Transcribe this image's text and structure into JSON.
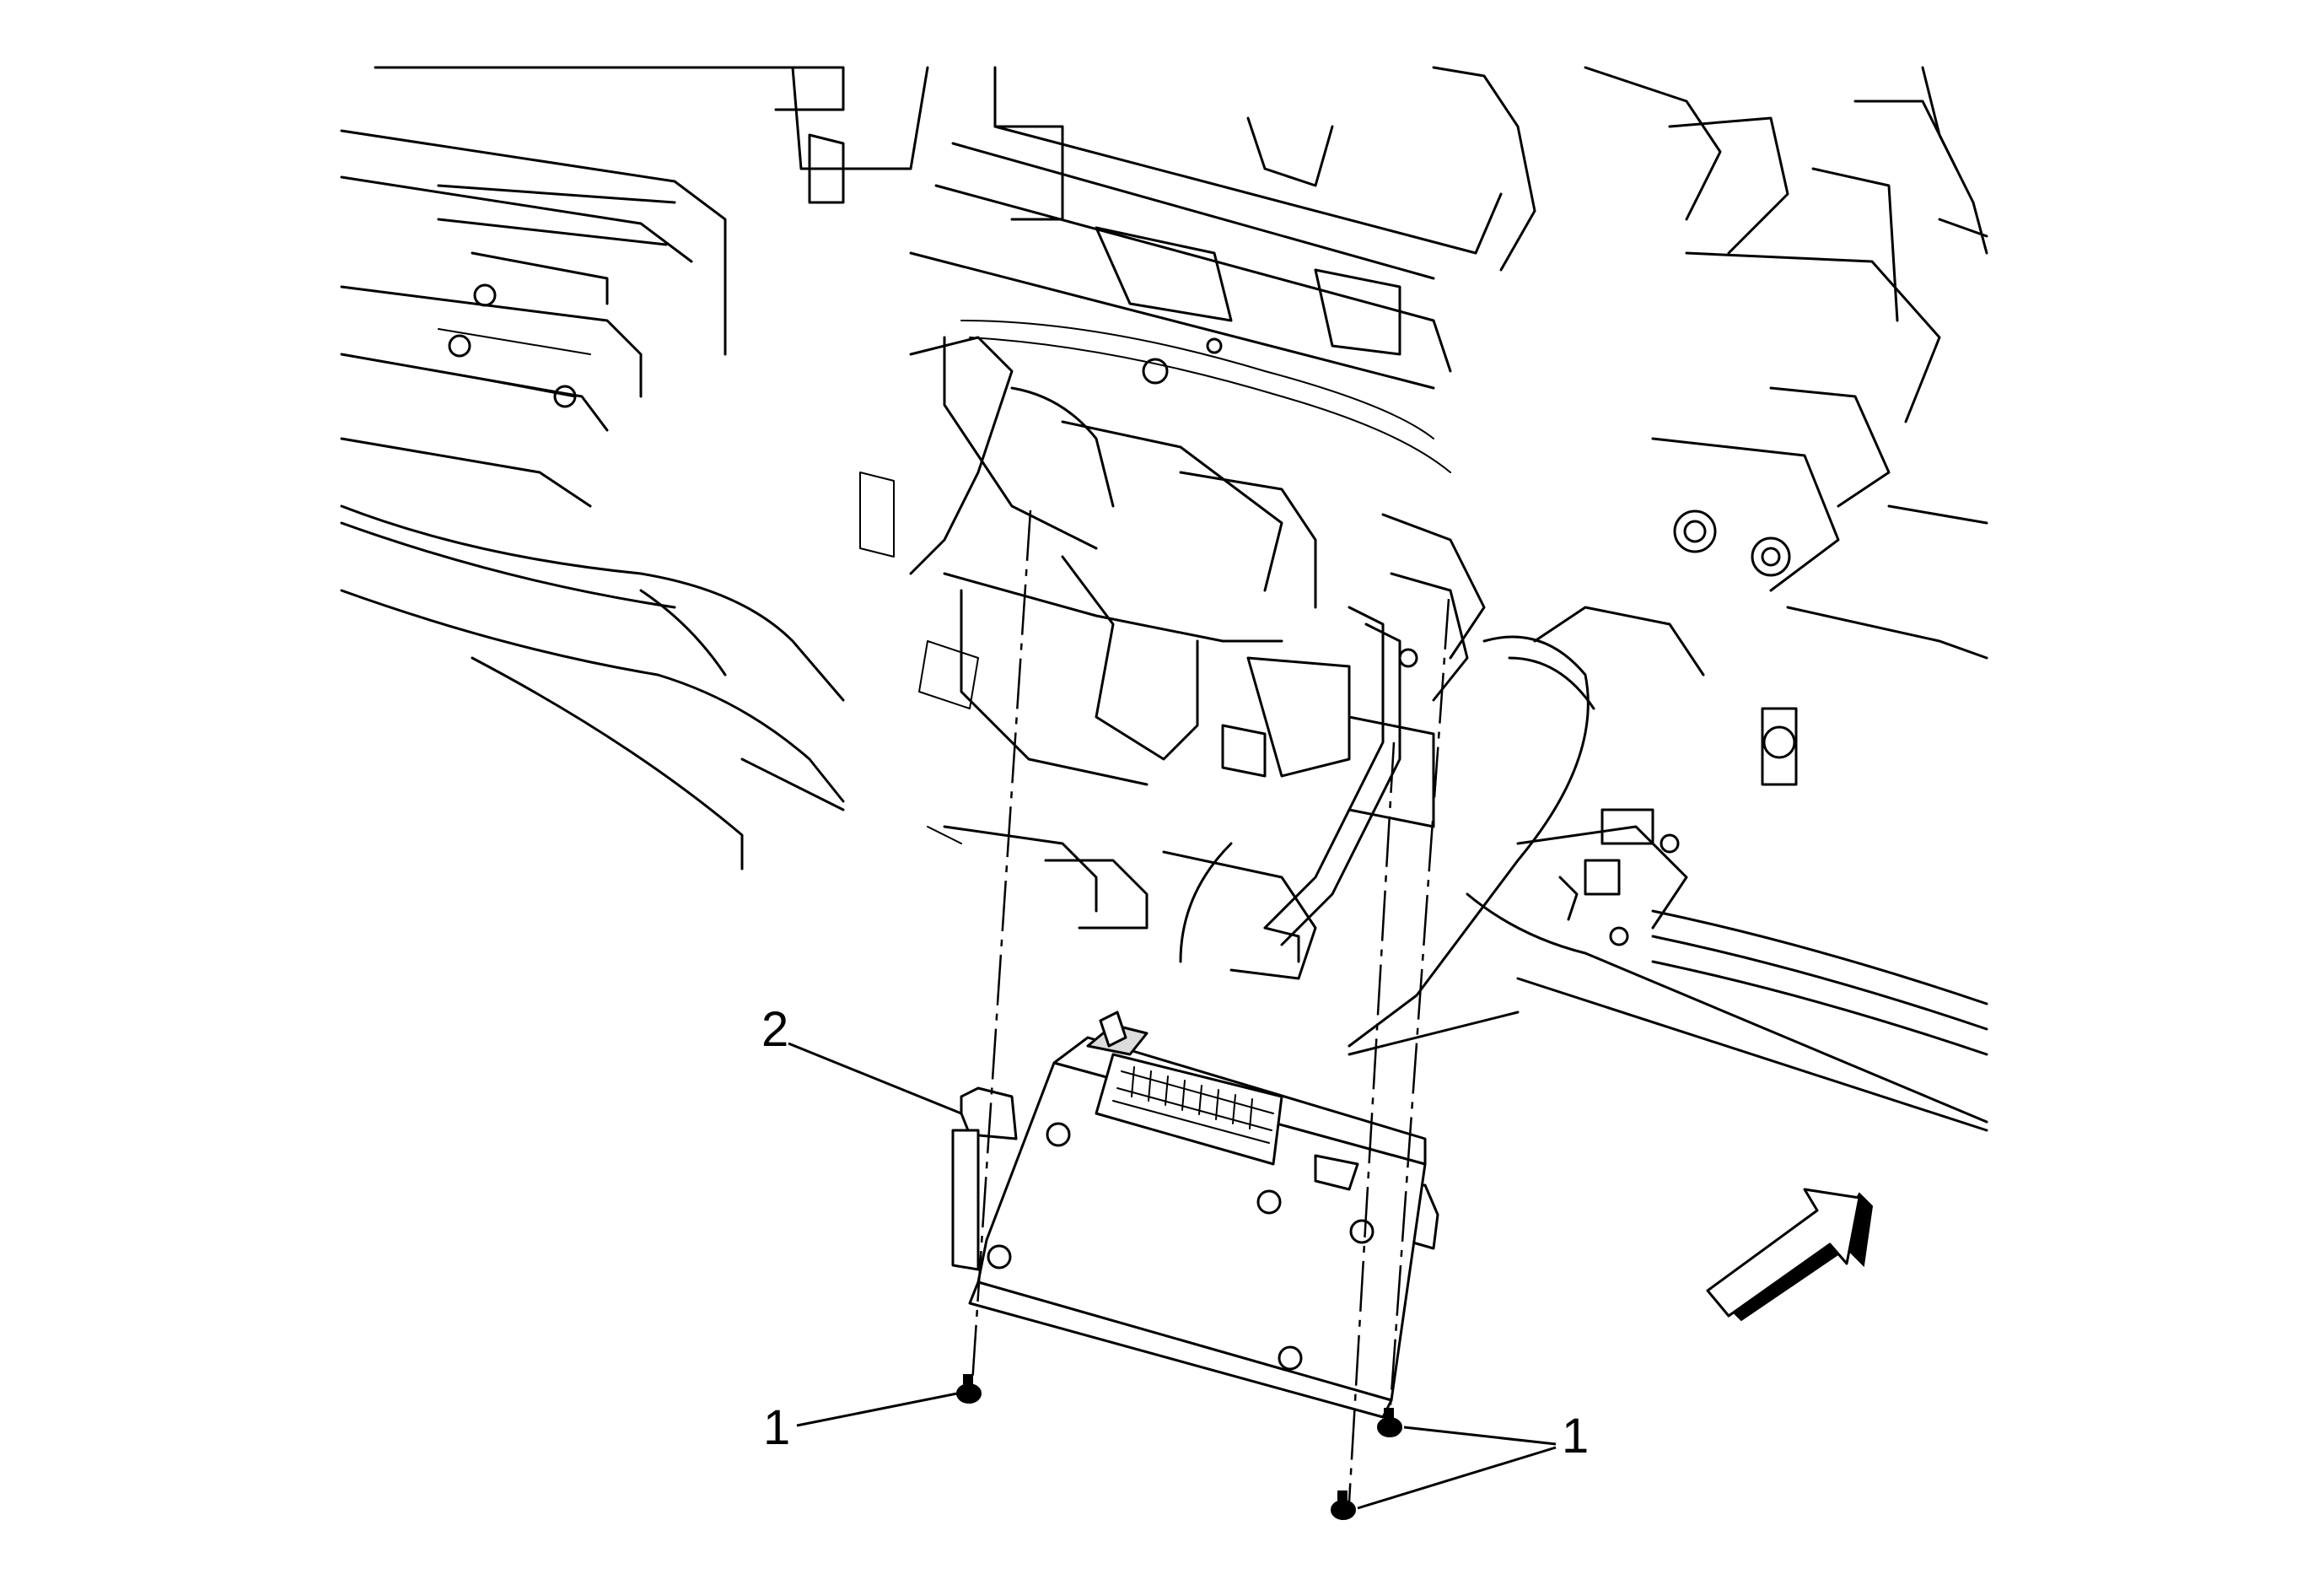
{
  "callouts": [
    {
      "id": "bolt-1a",
      "label": "1"
    },
    {
      "id": "bolts-1b",
      "label": "1"
    },
    {
      "id": "module",
      "label": "2"
    }
  ],
  "icons": {
    "direction_arrow": "forward-arrow-icon"
  }
}
